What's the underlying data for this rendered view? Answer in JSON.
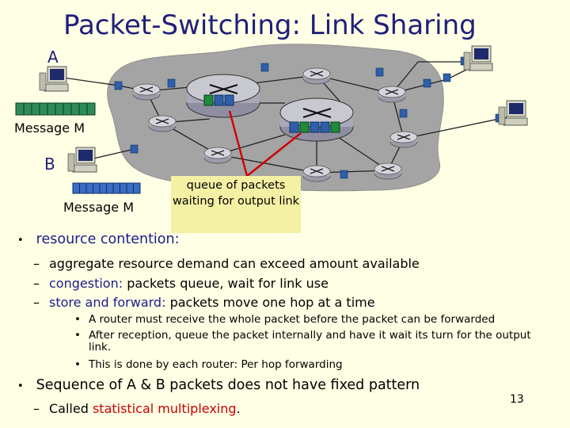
{
  "title": "Packet-Switching: Link Sharing",
  "nodes": {
    "a_label": "A",
    "b_label": "B"
  },
  "messages": {
    "a": "Message M",
    "b": "Message M"
  },
  "callout": {
    "text": "queue of packets waiting for output link"
  },
  "bullets": [
    {
      "text": "resource contention:",
      "subs": [
        {
          "prefix": "",
          "text": "aggregate resource demand can exceed amount available"
        },
        {
          "prefix": "congestion:",
          "text": " packets queue, wait for link use"
        },
        {
          "prefix": "store and forward:",
          "text": " packets move one hop at a time"
        }
      ],
      "subsubs": [
        "A router must receive the whole packet before the packet can be forwarded",
        "After reception, queue the packet internally and have it wait its turn for the output link.",
        "This is done by each router: Per hop forwarding"
      ]
    },
    {
      "text": "Sequence of A & B packets does not have fixed pattern",
      "subs": [
        {
          "prefix": "Called ",
          "highlight": "statistical multiplexing",
          "suffix": "."
        }
      ]
    }
  ],
  "slide_number": "13",
  "colors": {
    "background": "#FFFFE5",
    "title": "#1F1F7A",
    "network_cloud": "#A4A4A4",
    "router_fill": "#C8C8D0",
    "packet": "#2F5FA8",
    "accent_red": "#CC0000",
    "callout_bg": "#F4F0A4"
  }
}
